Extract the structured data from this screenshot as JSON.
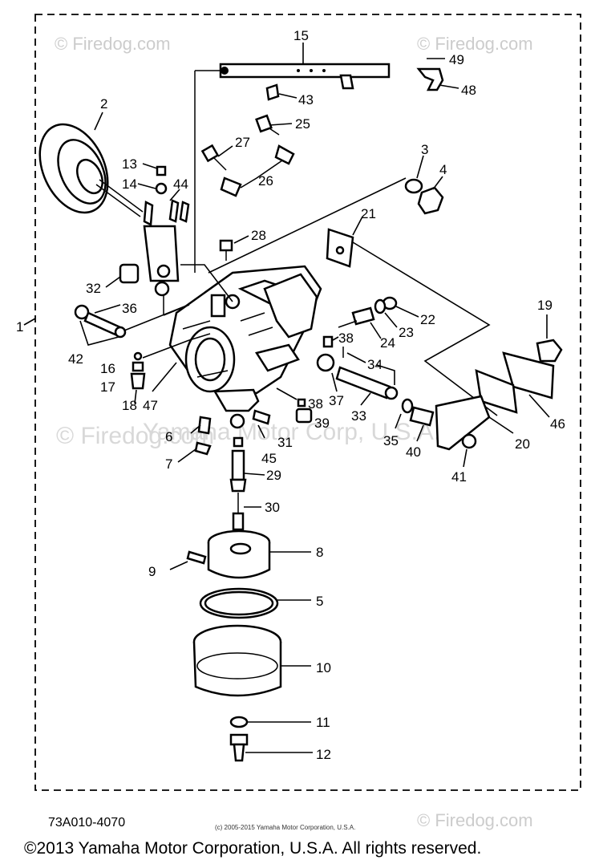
{
  "drawing_code": "73A010-4070",
  "small_copyright": "(c) 2005-2015 Yamaha Motor Corporation, U.S.A.",
  "copyright_footer": "©2013 Yamaha Motor Corporation, U.S.A. All rights reserved.",
  "watermarks": {
    "top_left": "© Firedog.com",
    "top_right": "© Firedog.com",
    "mid_left": "© Firedog.com",
    "mid_center": "Yamaha Motor Corp, U.S.A.",
    "bottom_right": "© Firedog.com"
  },
  "callouts": {
    "c1": "1",
    "c2": "2",
    "c3": "3",
    "c4": "4",
    "c5": "5",
    "c6": "6",
    "c7": "7",
    "c8": "8",
    "c9": "9",
    "c10": "10",
    "c11": "11",
    "c12": "12",
    "c13": "13",
    "c14": "14",
    "c15": "15",
    "c16": "16",
    "c17": "17",
    "c18": "18",
    "c19": "19",
    "c20": "20",
    "c21": "21",
    "c22": "22",
    "c23": "23",
    "c24": "24",
    "c25": "25",
    "c26": "26",
    "c27": "27",
    "c28": "28",
    "c29": "29",
    "c30": "30",
    "c31": "31",
    "c32": "32",
    "c33": "33",
    "c34": "34",
    "c35": "35",
    "c36": "36",
    "c37": "37",
    "c38a": "38",
    "c38b": "38",
    "c39": "39",
    "c40": "40",
    "c41": "41",
    "c42": "42",
    "c43": "43",
    "c44": "44",
    "c45": "45",
    "c46": "46",
    "c47": "47",
    "c48": "48",
    "c49": "49"
  }
}
